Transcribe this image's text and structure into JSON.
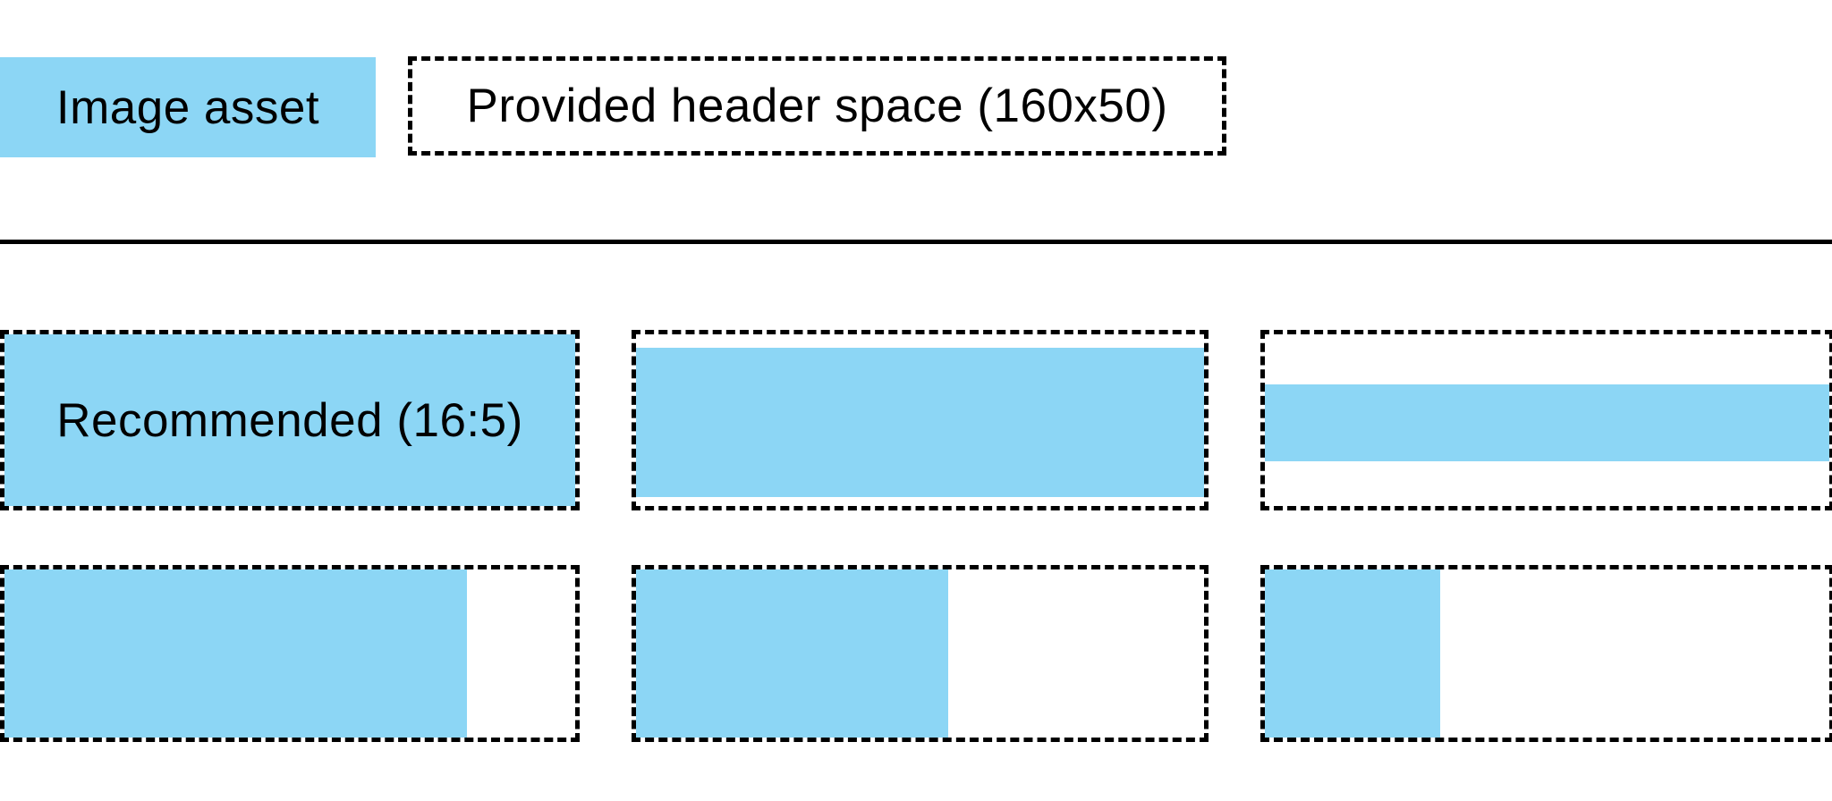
{
  "colors": {
    "asset_fill": "#8CD6F5",
    "border": "#000000",
    "background": "#FFFFFF",
    "text": "#000000"
  },
  "legend": {
    "asset_label": "Image asset",
    "space_label": "Provided header space (160x50)",
    "space_dimensions": "160x50"
  },
  "recommended": {
    "label": "Recommended (16:5)",
    "aspect_ratio": "16:5"
  },
  "examples": {
    "items": [
      {
        "id": "recommended-exact-fit",
        "row": 1,
        "col": 1,
        "label": "Recommended (16:5)",
        "fill": {
          "left_pct": 0,
          "top_pct": 0,
          "width_pct": 100,
          "height_pct": 100
        }
      },
      {
        "id": "full-width-slight-gaps",
        "row": 1,
        "col": 2,
        "label": "",
        "fill": {
          "left_pct": 0,
          "top_pct": 8,
          "width_pct": 100,
          "height_pct": 87
        }
      },
      {
        "id": "full-width-thin-band",
        "row": 1,
        "col": 3,
        "label": "",
        "fill": {
          "left_pct": 0,
          "top_pct": 29,
          "width_pct": 100,
          "height_pct": 45
        }
      },
      {
        "id": "full-height-wide",
        "row": 2,
        "col": 1,
        "label": "",
        "fill": {
          "left_pct": 0,
          "top_pct": 0,
          "width_pct": 81,
          "height_pct": 100
        }
      },
      {
        "id": "full-height-medium",
        "row": 2,
        "col": 2,
        "label": "",
        "fill": {
          "left_pct": 0,
          "top_pct": 0,
          "width_pct": 55,
          "height_pct": 100
        }
      },
      {
        "id": "full-height-narrow",
        "row": 2,
        "col": 3,
        "label": "",
        "fill": {
          "left_pct": 0,
          "top_pct": 0,
          "width_pct": 31,
          "height_pct": 100
        }
      }
    ]
  }
}
